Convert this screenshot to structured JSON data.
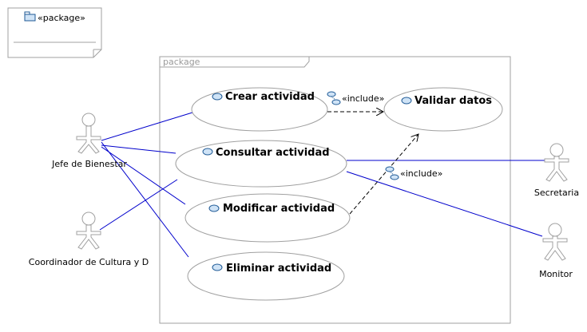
{
  "note": {
    "stereotype": "«package»"
  },
  "package": {
    "name": "package"
  },
  "use_cases": {
    "crear": "Crear actividad",
    "validar": "Validar datos",
    "consultar": "Consultar actividad",
    "modificar": "Modificar actividad",
    "eliminar": "Eliminar actividad"
  },
  "actors": {
    "jefe": "Jefe de Bienestar",
    "coordinador": "Coordinador de Cultura y D",
    "secretaria": "Secretaria",
    "monitor": "Monitor"
  },
  "relations": {
    "include_1": "«include»",
    "include_2": "«include»"
  },
  "colors": {
    "association": "#0000cc",
    "outline": "#a0a0a0",
    "usecase_icon_fill": "#cfe3f6",
    "usecase_icon_stroke": "#1f5a96"
  }
}
